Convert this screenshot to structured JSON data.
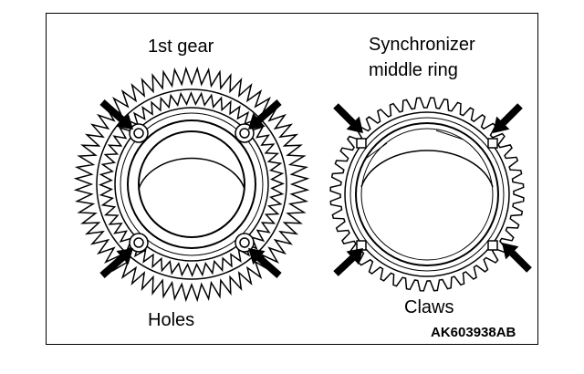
{
  "labels": {
    "left_part": "1st gear",
    "right_part_line1": "Synchronizer",
    "right_part_line2": "middle ring",
    "left_callout": "Holes",
    "right_callout": "Claws"
  },
  "figure_code": "AK603938AB",
  "colors": {
    "line": "#000000",
    "background": "#ffffff"
  }
}
